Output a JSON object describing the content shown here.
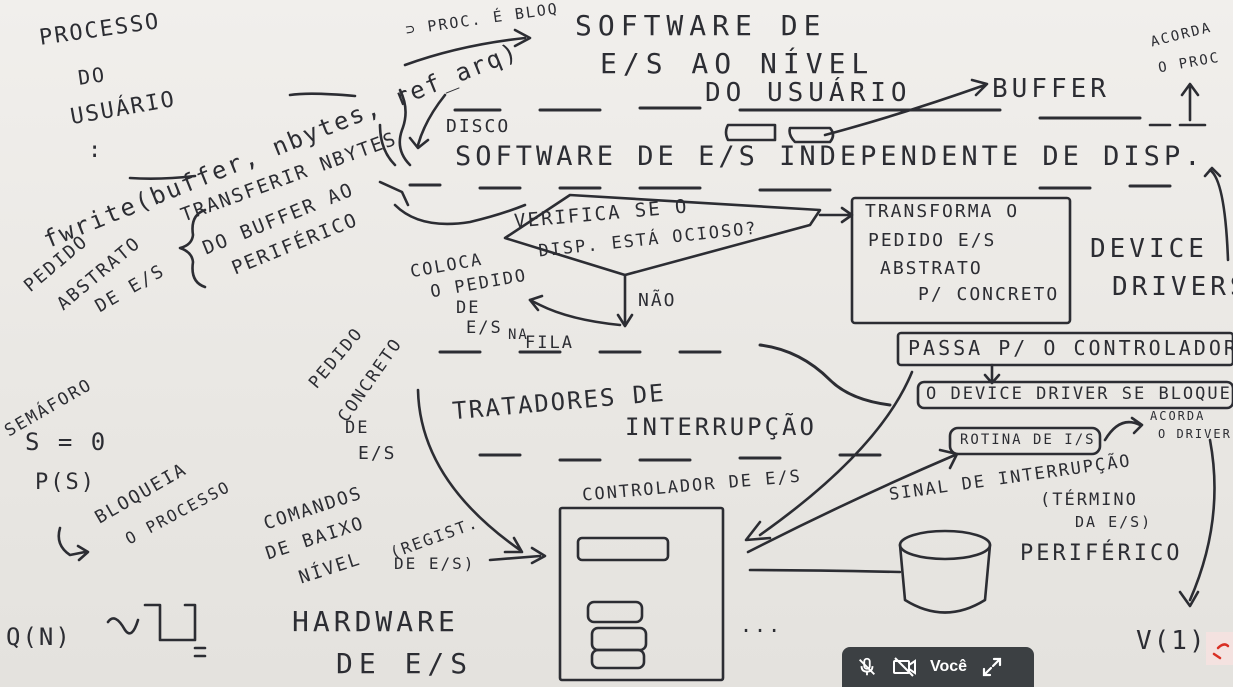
{
  "whiteboard": {
    "processo_usuario": [
      "PROCESSO",
      "DO",
      "USUÁRIO"
    ],
    "dots": ":",
    "fwrite_call": "fwrite(buffer, nbytes, ref_arq)",
    "proc_bloq": "⊃ PROC. É BLOQ",
    "software_usuario": [
      "SOFTWARE DE",
      "E/S AO NÍVEL",
      "DO USUÁRIO"
    ],
    "buffer": "BUFFER",
    "acorda_proc": [
      "ACORDA",
      "O PROC"
    ],
    "pedido_abstrato": [
      "PEDIDO",
      "ABSTRATO",
      "DE E/S"
    ],
    "transferir": [
      "TRANSFERIR NBYTES",
      "DO BUFFER AO",
      "PERIFÉRICO"
    ],
    "disco": "DISCO",
    "software_independente": "SOFTWARE DE E/S INDEPENDENTE DE DISP.",
    "verifica": [
      "VERIFICA SE O",
      "DISP. ESTÁ OCIOSO?"
    ],
    "transforma": [
      "TRANSFORMA O",
      "PEDIDO E/S",
      "ABSTRATO",
      "P/ CONCRETO"
    ],
    "device_drivers": [
      "DEVICE",
      "DRIVERS"
    ],
    "coloca": [
      "COLOCA",
      "O PEDIDO",
      "DE",
      "E/S",
      "NA",
      "FILA"
    ],
    "nao": "NÃO",
    "passa": "PASSA P/ O CONTROLADOR",
    "device_driver_bloqueia": "O DEVICE DRIVER SE BLOQUEIA",
    "pedido_concreto": [
      "PEDIDO",
      "CONCRETO",
      "DE",
      "E/S"
    ],
    "tratadores": [
      "TRATADORES DE",
      "INTERRUPÇÃO"
    ],
    "rotina": "ROTINA DE I/S",
    "acorda_driver": [
      "ACORDA",
      "O DRIVER"
    ],
    "semaforo": [
      "SEMÁFORO",
      "S = 0",
      "P(S)",
      "BLOQUEIA",
      "O PROCESSO"
    ],
    "controlador": "CONTROLADOR DE E/S",
    "sinal": [
      "SINAL DE INTERRUPÇÃO",
      "(TÉRMINO",
      "DA E/S)"
    ],
    "periferico": "PERIFÉRICO",
    "comandos": [
      "COMANDOS",
      "DE BAIXO",
      "NÍVEL",
      "(REGIST.",
      "DE E/S)"
    ],
    "q_n": "Q(N)",
    "hardware": [
      "HARDWARE",
      "DE E/S"
    ],
    "ellipsis": "...",
    "v_1": "V(1)"
  },
  "meet_controls": {
    "user_label": "Você",
    "icons": [
      "mic-off-icon",
      "camera-off-icon",
      "expand-icon"
    ]
  },
  "colors": {
    "ink": "#2c2d33",
    "board": "#eceae6",
    "bar": "#3c4043",
    "accent_red": "#d93025"
  }
}
